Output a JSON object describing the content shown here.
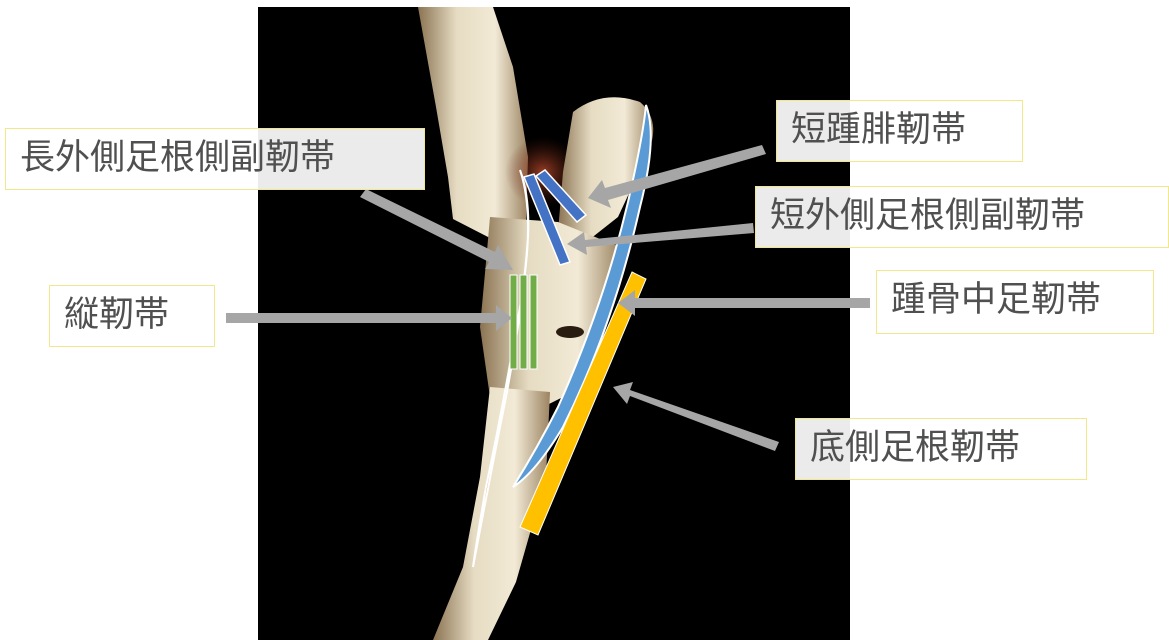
{
  "colors": {
    "background": "#000000",
    "bone": "#e6dcc3",
    "arrow": "#a6a6a6",
    "label_text": "#505050",
    "label_border": "#f0e88a",
    "ligament_orange": "#ed7d31",
    "ligament_dark_blue": "#4472c4",
    "ligament_light_blue": "#5b9bd5",
    "ligament_yellow": "#ffc000",
    "ligament_green": "#70ad47"
  },
  "labels": {
    "long_lateral_collateral": "長外側足根側副靭帯",
    "short_talofibular": "短踵腓靭帯",
    "short_lateral_collateral": "短外側足根側副靭帯",
    "vertical_ligament": "縦靭帯",
    "calcaneometatarsal": "踵骨中足靭帯",
    "plantar_tarsal": "底側足根靭帯"
  },
  "icons": {
    "arrow": "arrow-icon"
  }
}
